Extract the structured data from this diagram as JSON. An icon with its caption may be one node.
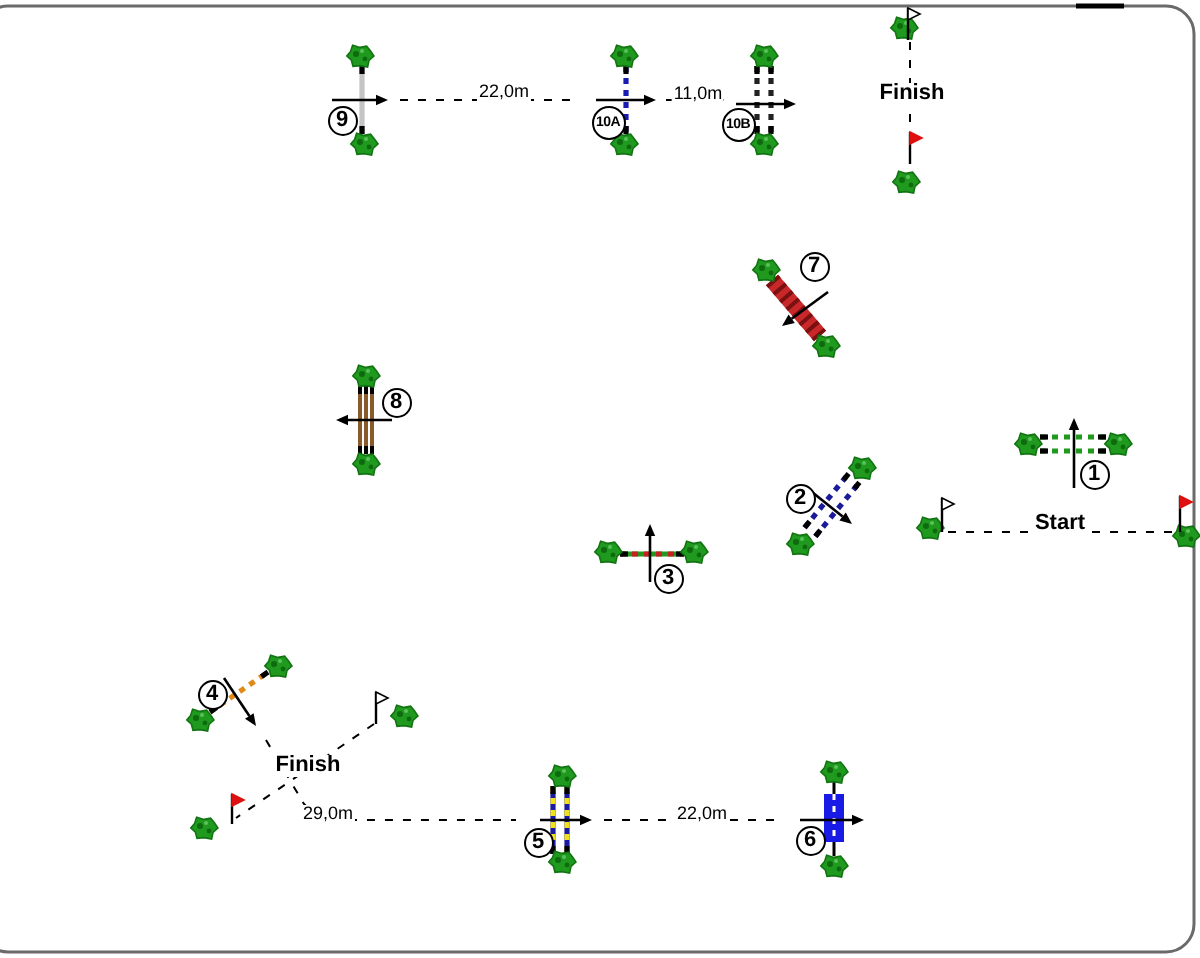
{
  "diagram": {
    "nodes": [
      {
        "text": [
          "9"
        ]
      },
      {
        "text": [
          "10A"
        ]
      },
      {
        "text": [
          "10B"
        ]
      },
      {
        "text": [
          "7"
        ]
      },
      {
        "text": [
          "8"
        ]
      },
      {
        "text": [
          "1"
        ]
      },
      {
        "text": [
          "2"
        ]
      },
      {
        "text": [
          "3"
        ]
      },
      {
        "text": [
          "4"
        ]
      },
      {
        "text": [
          "5"
        ]
      },
      {
        "text": [
          "6"
        ]
      }
    ],
    "labels": [
      "22,0m",
      "11,0m",
      "Finish",
      "Start",
      "Finish",
      "29,0m",
      "22,0m"
    ]
  }
}
